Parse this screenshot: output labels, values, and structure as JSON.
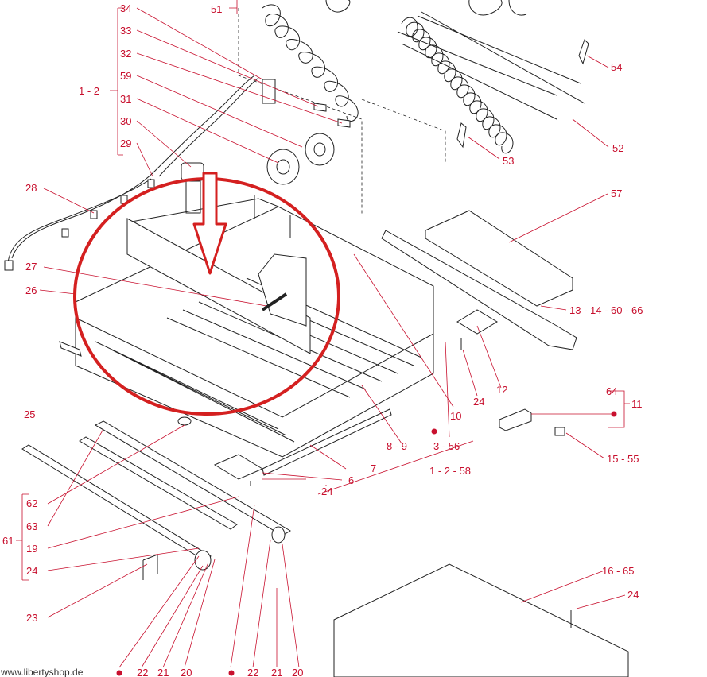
{
  "colors": {
    "label": "#c8102e",
    "circle": "#c8102e",
    "line": "#222222",
    "arrow": "#c8102e"
  },
  "watermark": "www.libertyshop.de",
  "labels": {
    "l34": "34",
    "l33": "33",
    "l32": "32",
    "l59": "59",
    "l31": "31",
    "l30": "30",
    "l29": "29",
    "l51": "51",
    "l1_2_top": "1 - 2",
    "l28": "28",
    "l27": "27",
    "l26": "26",
    "l25": "25",
    "l54": "54",
    "l53": "53",
    "l52": "52",
    "l57": "57",
    "l13_14_60_66": "13 - 14 - 60 - 66",
    "l12": "12",
    "l24_a": "24",
    "l10": "10",
    "l64": "64",
    "l11": "11",
    "l15_55": "15 - 55",
    "l8_9": "8 - 9",
    "l3_56": "3 - 56",
    "l1_2_58": "1 - 2 - 58",
    "l7": "7",
    "l6": "6",
    "l24_b": "24",
    "l62": "62",
    "l63": "63",
    "l61": "61",
    "l19": "19",
    "l24_c": "24",
    "l23": "23",
    "l16_65": "16 - 65",
    "l24_d": "24",
    "l22_a": "22",
    "l21_a": "21",
    "l20_a": "20",
    "l22_b": "22",
    "l21_b": "21",
    "l20_b": "20"
  },
  "icons": {
    "highlight": "red-circle-highlight",
    "pointer": "down-arrow-icon"
  }
}
